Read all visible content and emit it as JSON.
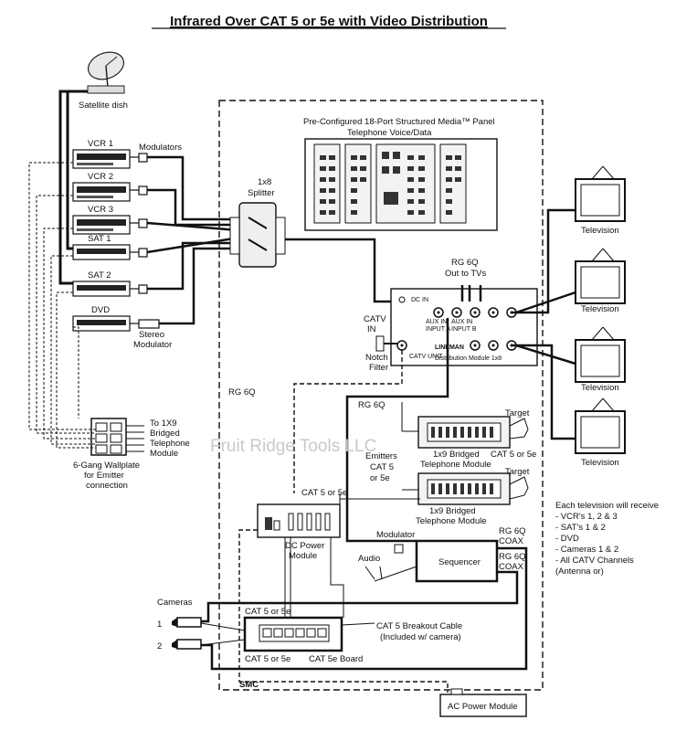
{
  "title": "Infrared Over CAT 5 or 5e with Video Distribution",
  "watermark": "Fruit Ridge Tools LLC",
  "labels": {
    "satellite_dish": "Satellite dish",
    "vcr1": "VCR 1",
    "vcr2": "VCR 2",
    "vcr3": "VCR 3",
    "sat1": "SAT 1",
    "sat2": "SAT 2",
    "dvd": "DVD",
    "modulators": "Modulators",
    "stereo_modulator_1": "Stereo",
    "stereo_modulator_2": "Modulator",
    "splitter_1": "1x8",
    "splitter_2": "Splitter",
    "panel_1": "Pre-Configured 18-Port Structured Media™ Panel",
    "panel_2": "Telephone Voice/Data",
    "rg6q_out_1": "RG 6Q",
    "rg6q_out_2": "Out to TVs",
    "catv_in_1": "CATV",
    "catv_in_2": "IN",
    "notch_1": "Notch",
    "notch_2": "Filter",
    "television": "Television",
    "rg6q_left": "RG 6Q",
    "rg6q_mid": "RG 6Q",
    "to_1x9_1": "To 1X9",
    "to_1x9_2": "Bridged",
    "to_1x9_3": "Telephone",
    "to_1x9_4": "Module",
    "wallplate_1": "6-Gang Wallplate",
    "wallplate_2": "for Emitter",
    "wallplate_3": "connection",
    "emitters_1": "Emitters",
    "emitters_2": "CAT 5",
    "emitters_3": "or 5e",
    "bridged_1": "1x9 Bridged",
    "bridged_2": "Telephone Module",
    "target": "Target",
    "cat5_or_5e": "CAT 5 or 5e",
    "dc_power_1": "DC Power",
    "dc_power_2": "Module",
    "modulator": "Modulator",
    "sequencer": "Sequencer",
    "rg6q_coax_1": "RG 6Q",
    "rg6q_coax_2": "COAX",
    "audio": "Audio",
    "cameras": "Cameras",
    "cam1": "1",
    "cam2": "2",
    "breakout_1": "CAT 5 Breakout Cable",
    "breakout_2": "(Included w/ camera)",
    "cat5e_board": "CAT 5e Board",
    "smc": "SMC",
    "ac_power": "AC Power Module",
    "lindy_brand": "LINEMAN",
    "aux_in_a": "AUX IN",
    "aux_in_a2": "INPUT A",
    "aux_in_b": "AUX IN",
    "aux_in_b2": "INPUT B",
    "catv_unit": "CATV UNIT",
    "dist_unit": "Distribution Module 1x8",
    "dc_in": "DC IN"
  },
  "each_tv": [
    "Each television will receive",
    "- VCR's 1, 2 & 3",
    "- SAT's 1 & 2",
    "- DVD",
    "- Cameras 1 & 2",
    "- All CATV Channels",
    "  (Antenna or)"
  ]
}
